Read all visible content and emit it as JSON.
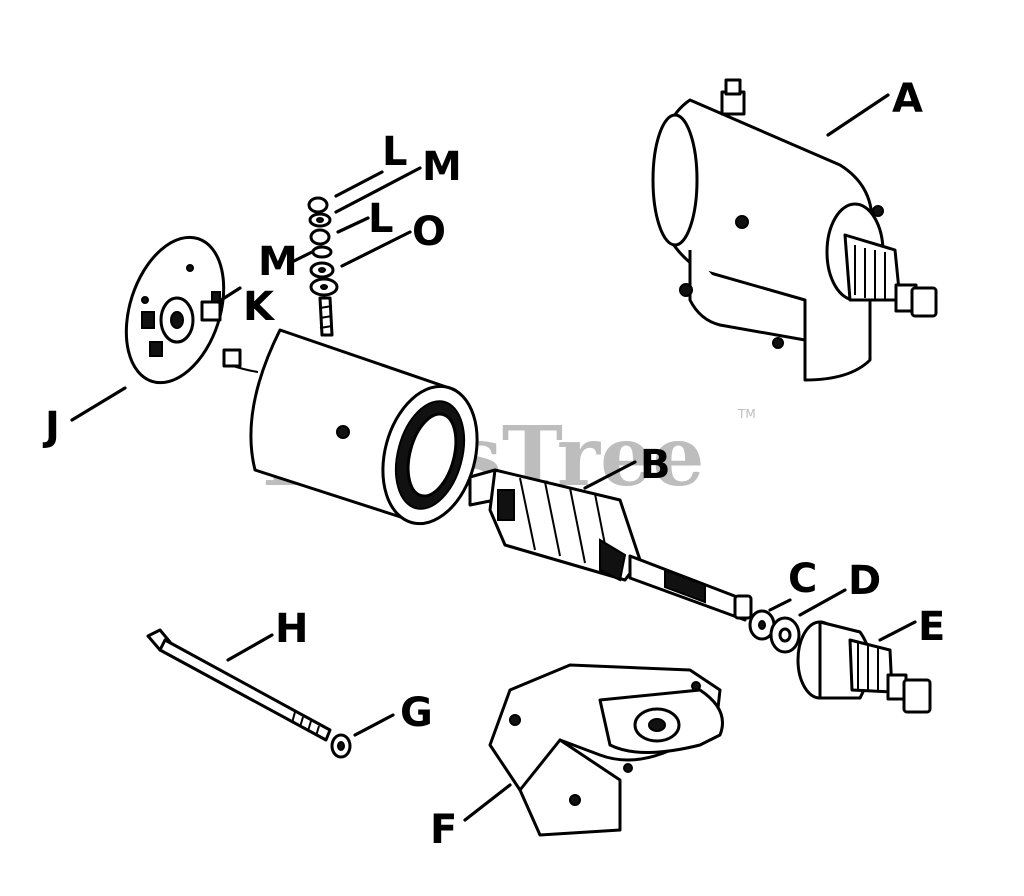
{
  "watermark": {
    "text": "PartsTree",
    "trademark": "TM"
  },
  "callouts": {
    "A": "A",
    "B": "B",
    "C": "C",
    "D": "D",
    "E": "E",
    "F": "F",
    "G": "G",
    "H": "H",
    "J": "J",
    "K": "K",
    "L1": "L",
    "L2": "L",
    "M1": "M",
    "M2": "M",
    "O": "O"
  }
}
